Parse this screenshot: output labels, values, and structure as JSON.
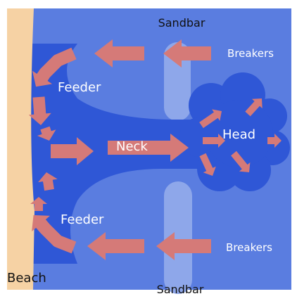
{
  "labels": {
    "sandbar_top": "Sandbar",
    "sandbar_bottom": "Sandbar",
    "breakers_top": "Breakers",
    "breakers_bottom": "Breakers",
    "feeder_top": "Feeder",
    "feeder_bottom": "Feeder",
    "neck": "Neck",
    "head": "Head",
    "beach": "Beach"
  },
  "colors": {
    "sea": "#5a7de0",
    "current": "#2f57d6",
    "sandbar": "#8ea7ea",
    "beach": "#f6d2a4",
    "arrow": "#d57a78",
    "label_light": "#ffffff",
    "label_dark": "#111111"
  }
}
